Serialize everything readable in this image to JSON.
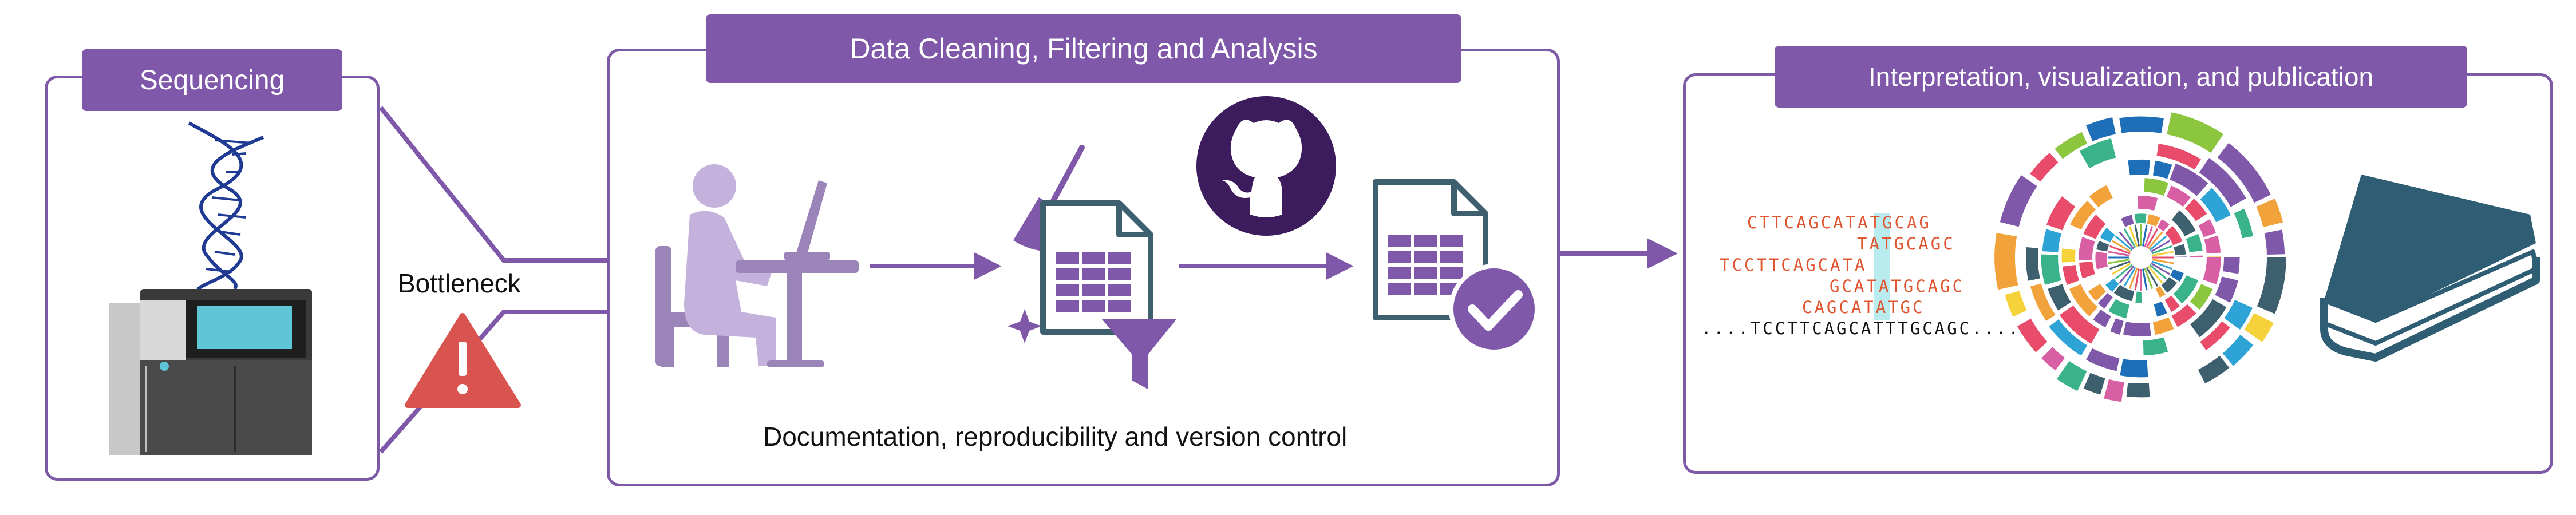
{
  "panels": {
    "sequencing": {
      "title": "Sequencing"
    },
    "cleaning": {
      "title": "Data Cleaning, Filtering and Analysis",
      "caption": "Documentation, reproducibility and version control"
    },
    "interpretation": {
      "title": "Interpretation, visualization, and publication"
    }
  },
  "bottleneck": {
    "label": "Bottleneck"
  },
  "sequences": {
    "reads": [
      "CTTCAGCATATGCAG",
      "TATGCAGC",
      "TCCTTCAGCATA",
      "GCATATGCAGC",
      "CAGCATATGC"
    ],
    "reference": "....TCCTTCAGCATTTGCAGC...."
  },
  "colors": {
    "accent": "#7f58a9",
    "accent_light": "#b79fd3",
    "teal": "#3e5f6e",
    "warning": "#d9534f",
    "dna": "#1f3a93"
  },
  "icons": [
    "dna-icon",
    "sequencer-icon",
    "warning-icon",
    "person-at-computer-icon",
    "broom-icon",
    "spreadsheet-icon",
    "filter-icon",
    "github-icon",
    "checked-document-icon",
    "circular-plot-icon",
    "book-icon"
  ]
}
